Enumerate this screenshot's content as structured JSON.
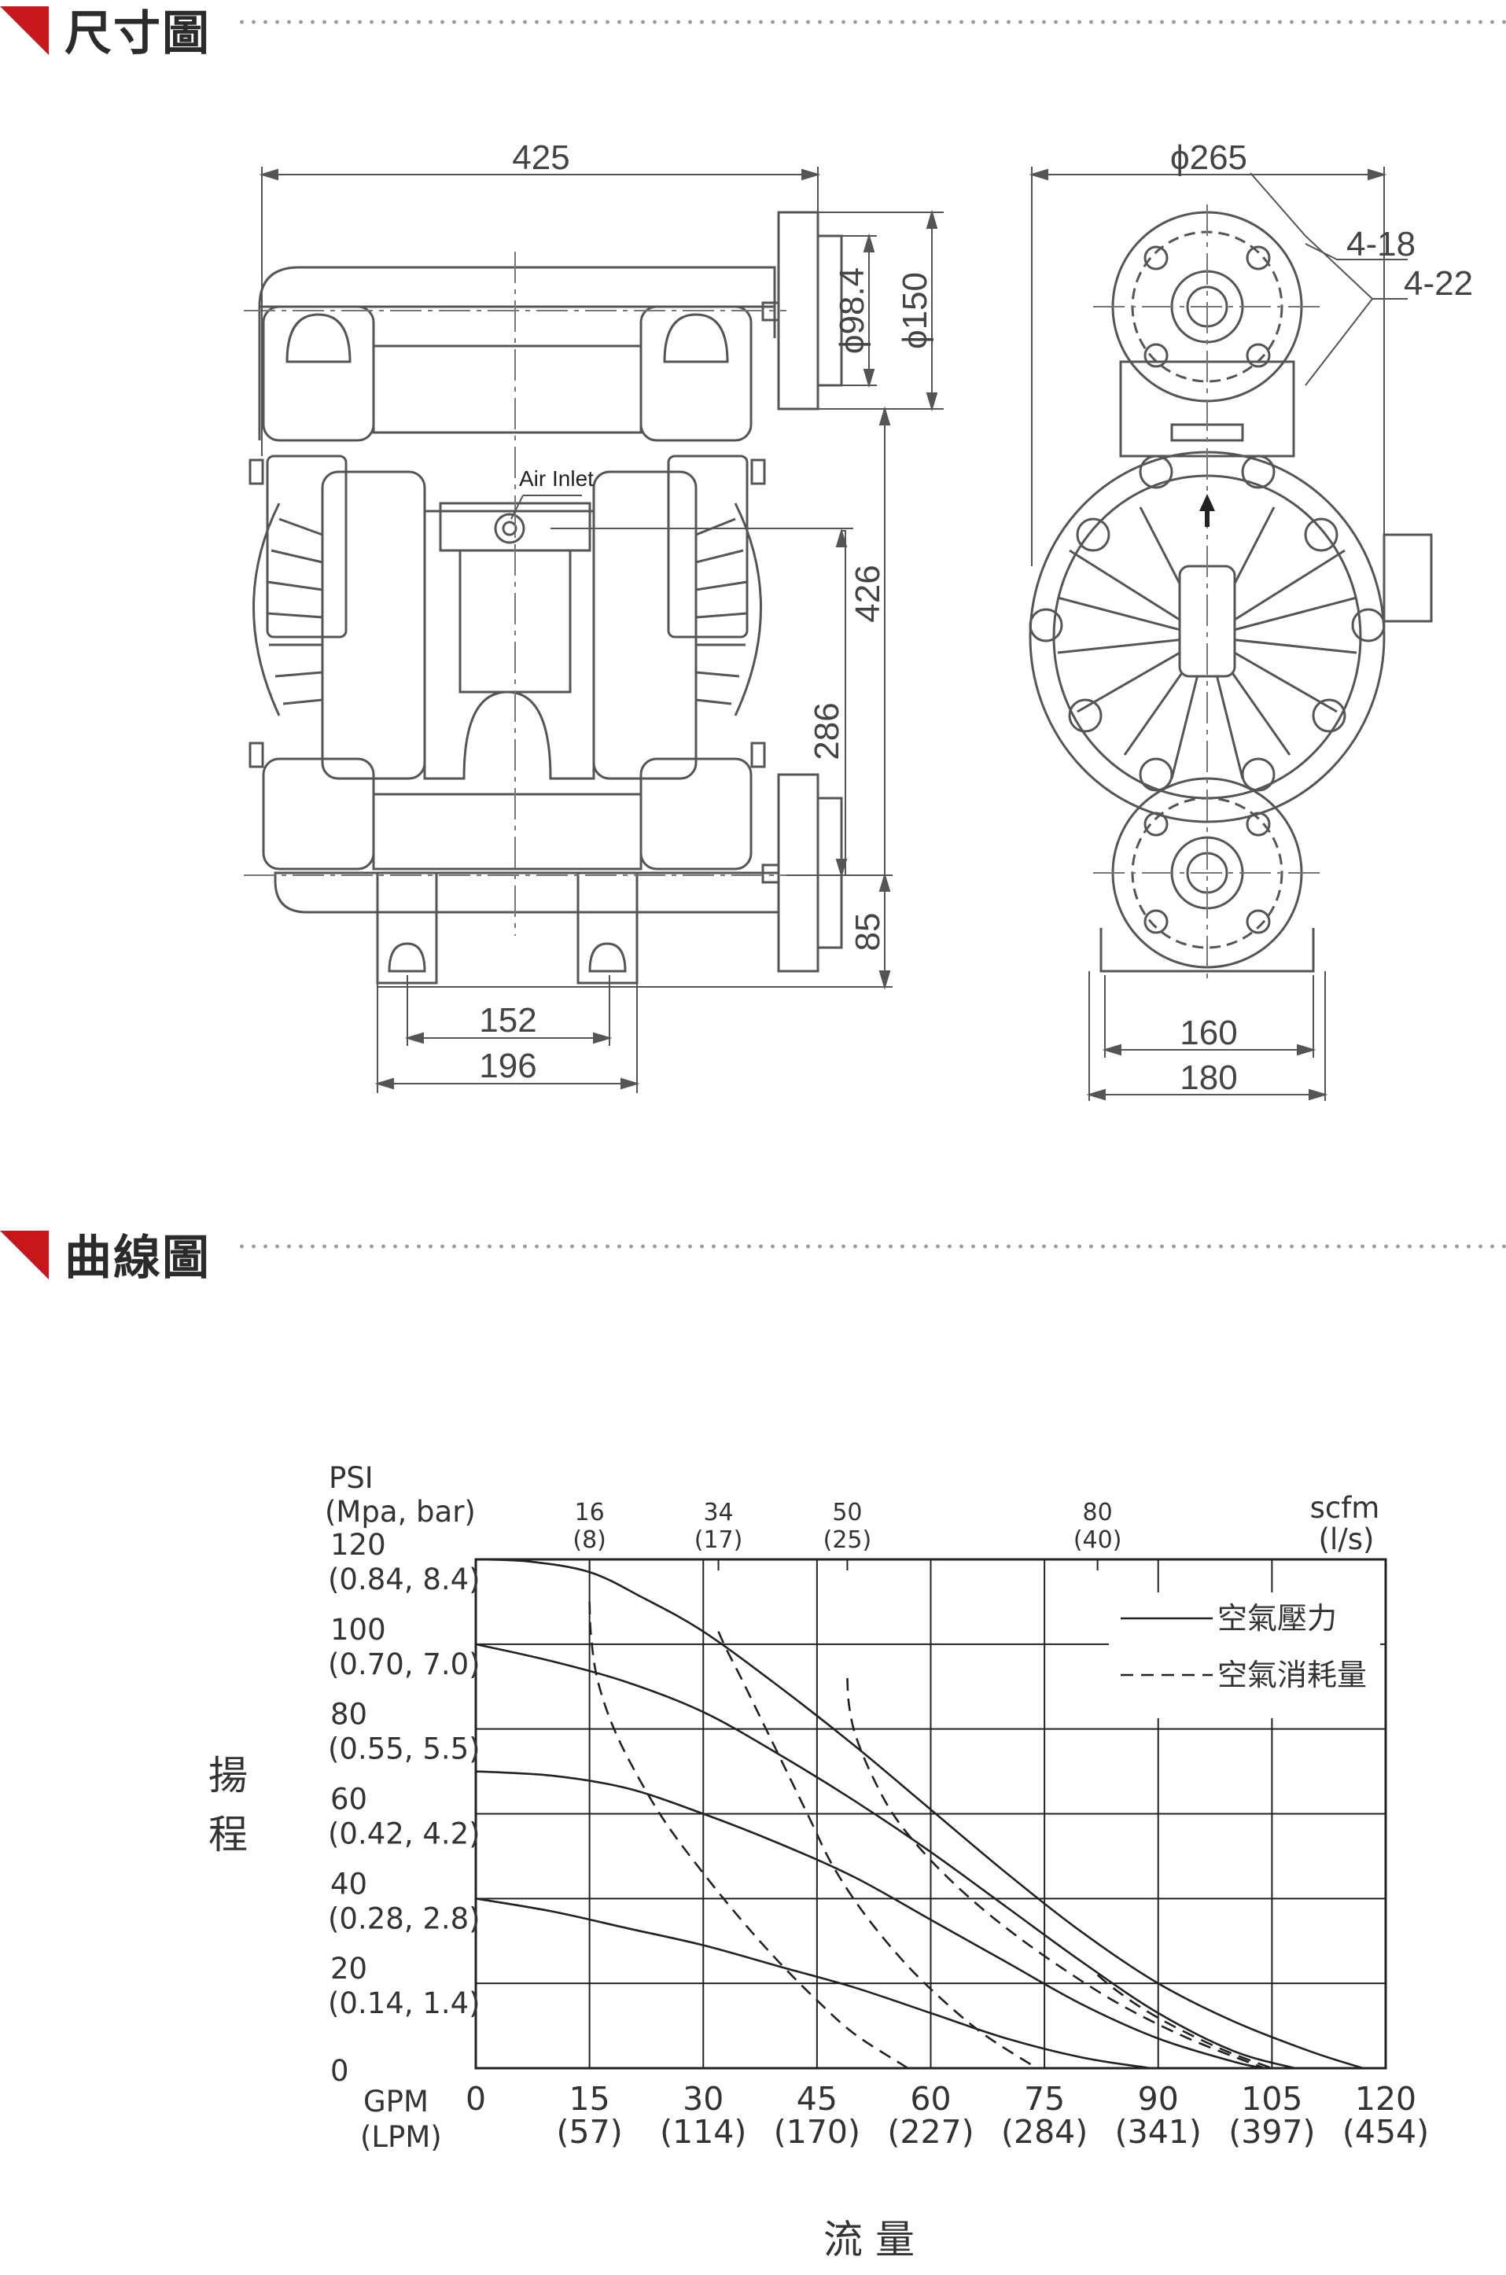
{
  "sections": {
    "dimensions_title": "尺寸圖",
    "curve_title": "曲線圖"
  },
  "dimensions": {
    "front": {
      "width": "425",
      "inner_flange": "ϕ98.4",
      "outer_flange": "ϕ150",
      "air_inlet": "Air Inlet",
      "height_total": "426",
      "height_mid": "286",
      "height_base": "85",
      "base_inner": "152",
      "base_outer": "196"
    },
    "side": {
      "flange_dia": "ϕ265",
      "holes_a": "4-18",
      "holes_b": "4-22",
      "base_inner": "160",
      "base_outer": "180"
    }
  },
  "chart_data": {
    "type": "line",
    "y_axis_title": [
      "揚",
      "程"
    ],
    "x_axis_title": "流 量",
    "y_unit_labels": [
      "PSI",
      "(Mpa, bar)"
    ],
    "x_unit_labels": [
      "GPM",
      "(LPM)"
    ],
    "top_unit_labels": [
      "scfm",
      "(l/s)"
    ],
    "y_ticks": [
      {
        "value": 120,
        "label": "120",
        "sub": "(0.84, 8.4)"
      },
      {
        "value": 100,
        "label": "100",
        "sub": "(0.70, 7.0)"
      },
      {
        "value": 80,
        "label": "80",
        "sub": "(0.55, 5.5)"
      },
      {
        "value": 60,
        "label": "60",
        "sub": "(0.42, 4.2)"
      },
      {
        "value": 40,
        "label": "40",
        "sub": "(0.28, 2.8)"
      },
      {
        "value": 20,
        "label": "20",
        "sub": "(0.14, 1.4)"
      },
      {
        "value": 0,
        "label": "0",
        "sub": ""
      }
    ],
    "x_ticks": [
      {
        "value": 0,
        "label": "0",
        "sub": ""
      },
      {
        "value": 15,
        "label": "15",
        "sub": "(57)"
      },
      {
        "value": 30,
        "label": "30",
        "sub": "(114)"
      },
      {
        "value": 45,
        "label": "45",
        "sub": "(170)"
      },
      {
        "value": 60,
        "label": "60",
        "sub": "(227)"
      },
      {
        "value": 75,
        "label": "75",
        "sub": "(284)"
      },
      {
        "value": 90,
        "label": "90",
        "sub": "(341)"
      },
      {
        "value": 105,
        "label": "105",
        "sub": "(397)"
      },
      {
        "value": 120,
        "label": "120",
        "sub": "(454)"
      }
    ],
    "top_ticks": [
      {
        "x": 15,
        "label": "16",
        "sub": "(8)"
      },
      {
        "x": 32,
        "label": "34",
        "sub": "(17)"
      },
      {
        "x": 49,
        "label": "50",
        "sub": "(25)"
      },
      {
        "x": 82,
        "label": "80",
        "sub": "(40)"
      }
    ],
    "xlim": [
      0,
      120
    ],
    "ylim": [
      0,
      120
    ],
    "legend": [
      {
        "name": "空氣壓力",
        "style": "solid"
      },
      {
        "name": "空氣消耗量",
        "style": "dashed"
      }
    ],
    "series": [
      {
        "style": "solid",
        "x": [
          0,
          7,
          15,
          22,
          30,
          40,
          50,
          60,
          70,
          80,
          90,
          100,
          110,
          117
        ],
        "y": [
          120,
          119.5,
          117,
          111,
          103,
          90,
          76,
          61,
          46,
          32,
          20,
          11,
          4,
          0
        ]
      },
      {
        "style": "solid",
        "x": [
          0,
          10,
          20,
          30,
          40,
          50,
          60,
          70,
          80,
          90,
          100,
          108
        ],
        "y": [
          100,
          96,
          91,
          84,
          74,
          63,
          51,
          38,
          25,
          13,
          4,
          0
        ]
      },
      {
        "style": "solid",
        "x": [
          0,
          10,
          20,
          30,
          40,
          50,
          60,
          70,
          80,
          90,
          100,
          104
        ],
        "y": [
          70,
          69,
          66,
          60,
          53,
          45,
          35,
          25,
          15,
          7,
          1.5,
          0
        ]
      },
      {
        "style": "solid",
        "x": [
          0,
          10,
          20,
          30,
          40,
          50,
          60,
          70,
          80,
          89
        ],
        "y": [
          40,
          37,
          33,
          29,
          24,
          19,
          13,
          7,
          2.5,
          0
        ]
      },
      {
        "style": "dashed",
        "x": [
          15,
          15.2,
          16,
          18,
          21,
          25,
          30,
          35,
          40,
          45,
          50,
          57
        ],
        "y": [
          110,
          102,
          92,
          81,
          70,
          58,
          46,
          35,
          25,
          16,
          8,
          0
        ]
      },
      {
        "style": "dashed",
        "x": [
          32,
          33,
          35,
          38,
          41,
          44,
          47,
          51,
          56,
          61,
          67,
          74
        ],
        "y": [
          103,
          99,
          92,
          81,
          70,
          59,
          48,
          37,
          26,
          17,
          8,
          0
        ]
      },
      {
        "style": "dashed",
        "x": [
          49,
          49.2,
          50,
          52,
          55,
          59,
          64,
          70,
          77,
          85,
          94,
          104
        ],
        "y": [
          92,
          86,
          79,
          70,
          60,
          51,
          42,
          33,
          24,
          15,
          7,
          0
        ]
      },
      {
        "style": "dashed",
        "x": [
          82,
          84,
          88,
          93,
          99,
          105
        ],
        "y": [
          22,
          19,
          14,
          9,
          4,
          0
        ]
      }
    ]
  }
}
